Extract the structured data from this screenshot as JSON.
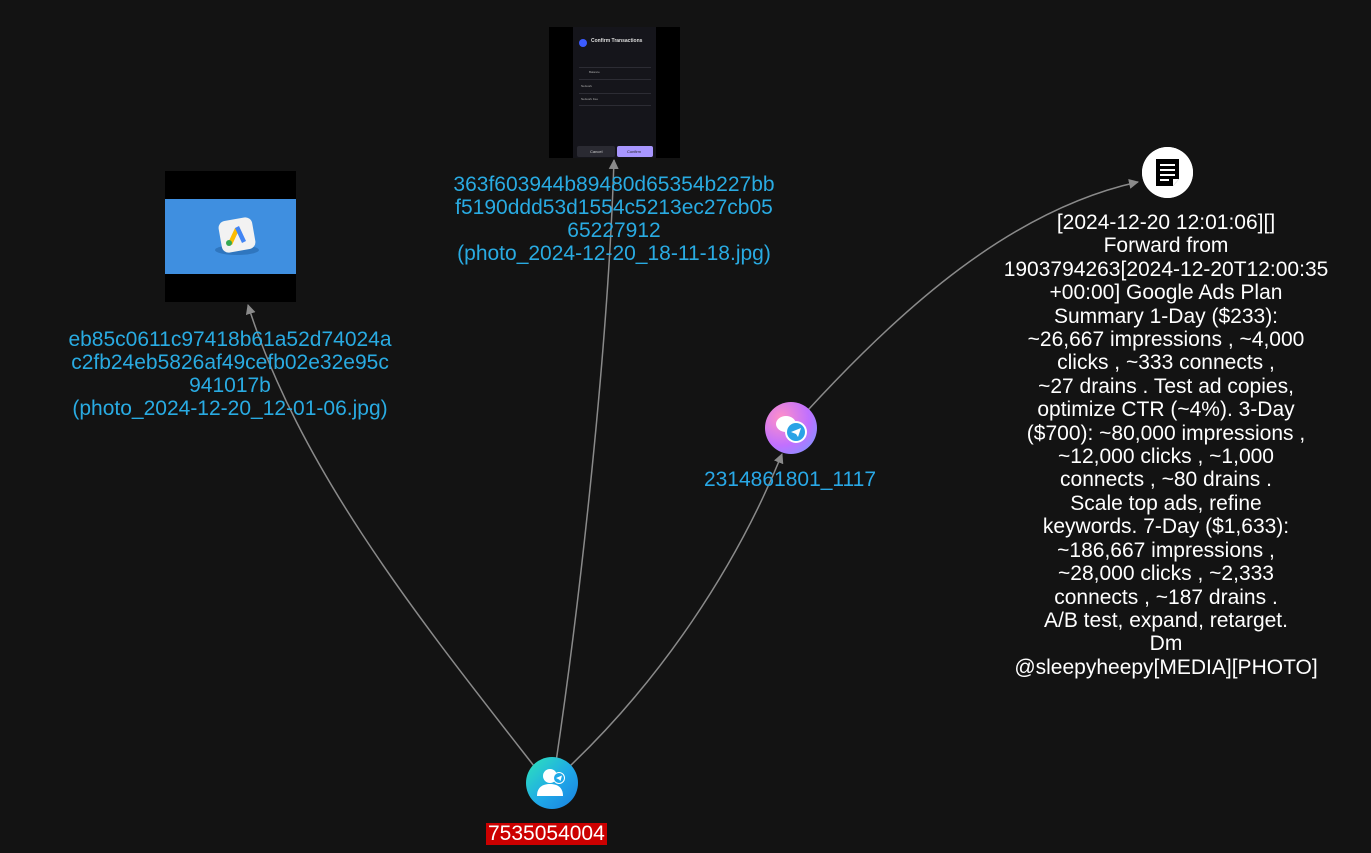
{
  "graph": {
    "user_node": {
      "label": "7535054004",
      "icon": "telegram-user-icon",
      "badge_color": "#cc0000"
    },
    "chat_node": {
      "label": "2314861801_1117",
      "icon": "telegram-chat-icon"
    },
    "message_node": {
      "icon": "document-icon",
      "text": "[2024-12-20 12:01:06][]\nForward from\n1903794263[2024-12-20T12:00:35\n+00:00] Google Ads Plan\nSummary 1-Day ($233):\n~26,667 impressions , ~4,000\nclicks , ~333 connects ,\n~27 drains . Test ad copies,\noptimize CTR (~4%). 3-Day\n($700): ~80,000 impressions ,\n~12,000 clicks , ~1,000\nconnects , ~80 drains .\nScale top ads, refine\nkeywords. 7-Day ($1,633):\n~186,667 impressions ,\n~28,000 clicks , ~2,333\nconnects , ~187 drains .\nA/B test, expand, retarget.\nDm\n@sleepyheepy[MEDIA][PHOTO]"
    },
    "photo_nodes": [
      {
        "label": "eb85c0611c97418b61a52d74024a\nc2fb24eb5826af49cefb02e32e95c\n941017b\n(photo_2024-12-20_12-01-06.jpg)",
        "thumbnail": "google-ads-logo-thumbnail"
      },
      {
        "label": "363f603944b89480d65354b227bb\nf5190ddd53d1554c5213ec27cb05\n65227912\n(photo_2024-12-20_18-11-18.jpg)",
        "thumbnail": "confirm-transaction-screenshot-thumbnail",
        "thumb_text": {
          "title": "Confirm Transactions",
          "row1": "Balance",
          "row2": "Network",
          "row3": "Network Fee",
          "cancel": "Cancel",
          "confirm": "Confirm"
        }
      }
    ],
    "colors": {
      "background": "#131313",
      "edge": "#8a8a8a",
      "node_label": "#29abe2",
      "message_text": "#ffffff"
    }
  }
}
